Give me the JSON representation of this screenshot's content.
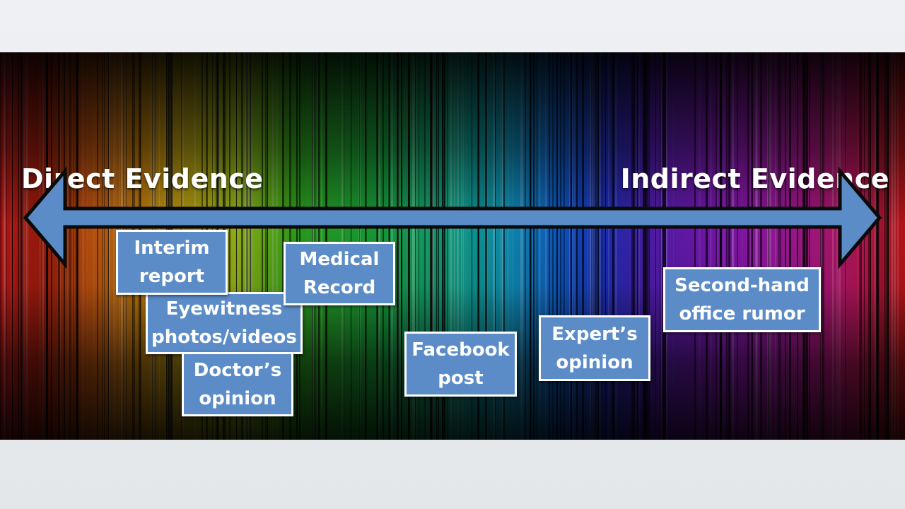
{
  "labels": {
    "left": "Direct Evidence",
    "right": "Indirect Evidence"
  },
  "items": [
    {
      "line1": "Interim",
      "line2": "report"
    },
    {
      "line1": "Eyewitness",
      "line2": "photos/videos"
    },
    {
      "line1": "Doctor’s",
      "line2": "opinion"
    },
    {
      "line1": "Medical",
      "line2": "Record"
    },
    {
      "line1": "Facebook",
      "line2": "post"
    },
    {
      "line1": "Expert’s",
      "line2": "opinion"
    },
    {
      "line1": "Second-hand",
      "line2": "office rumor"
    }
  ],
  "colors": {
    "box_fill": "#5b8cc8",
    "box_border": "#ffffff",
    "arrow_fill": "#5b8cc8",
    "arrow_stroke": "#0a0a0a"
  }
}
